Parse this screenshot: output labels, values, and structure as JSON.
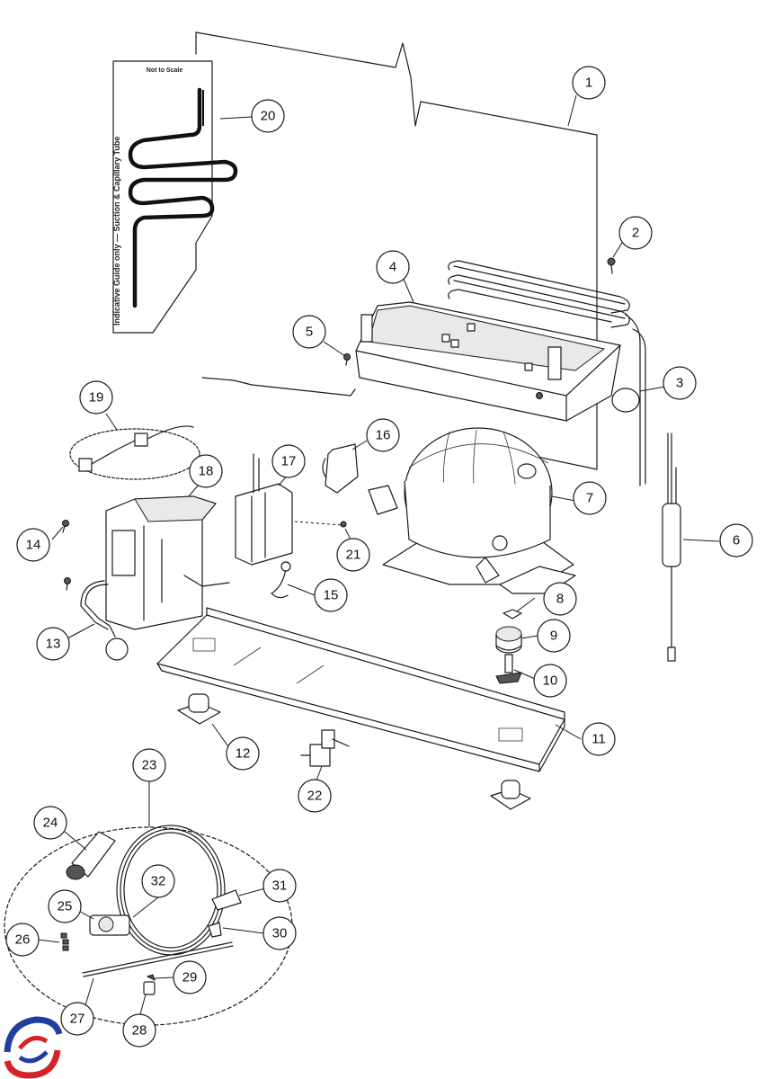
{
  "diagram": {
    "tube_guide": {
      "scale_note": "Not to Scale",
      "side_label": "Indicative Guide only — Suction & Capillary Tube"
    },
    "callouts": [
      {
        "id": "c1",
        "label": "1"
      },
      {
        "id": "c2",
        "label": "2"
      },
      {
        "id": "c3",
        "label": "3"
      },
      {
        "id": "c4",
        "label": "4"
      },
      {
        "id": "c5",
        "label": "5"
      },
      {
        "id": "c6",
        "label": "6"
      },
      {
        "id": "c7",
        "label": "7"
      },
      {
        "id": "c8",
        "label": "8"
      },
      {
        "id": "c9",
        "label": "9"
      },
      {
        "id": "c10",
        "label": "10"
      },
      {
        "id": "c11",
        "label": "11"
      },
      {
        "id": "c12",
        "label": "12"
      },
      {
        "id": "c13",
        "label": "13"
      },
      {
        "id": "c14",
        "label": "14"
      },
      {
        "id": "c15",
        "label": "15"
      },
      {
        "id": "c16",
        "label": "16"
      },
      {
        "id": "c17",
        "label": "17"
      },
      {
        "id": "c18",
        "label": "18"
      },
      {
        "id": "c19",
        "label": "19"
      },
      {
        "id": "c20",
        "label": "20"
      },
      {
        "id": "c21",
        "label": "21"
      },
      {
        "id": "c22",
        "label": "22"
      },
      {
        "id": "c23",
        "label": "23"
      },
      {
        "id": "c24",
        "label": "24"
      },
      {
        "id": "c25",
        "label": "25"
      },
      {
        "id": "c26",
        "label": "26"
      },
      {
        "id": "c27",
        "label": "27"
      },
      {
        "id": "c28",
        "label": "28"
      },
      {
        "id": "c29",
        "label": "29"
      },
      {
        "id": "c30",
        "label": "30"
      },
      {
        "id": "c31",
        "label": "31"
      },
      {
        "id": "c32",
        "label": "32"
      }
    ],
    "brand_colors": {
      "logo_blue": "#1f3f9e",
      "logo_red": "#d6232a"
    }
  }
}
